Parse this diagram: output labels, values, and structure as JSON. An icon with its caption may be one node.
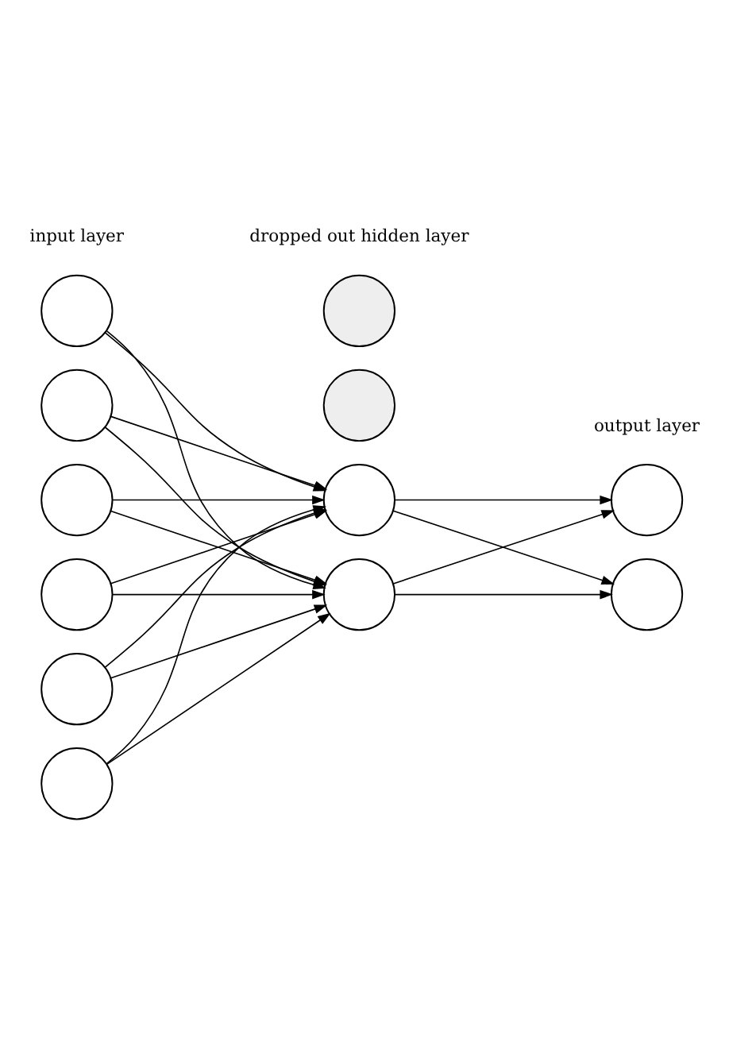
{
  "diagram": {
    "nodes": [
      {
        "text": [],
        "shape": "circle"
      },
      {
        "text": [],
        "shape": "circle"
      },
      {
        "text": [],
        "shape": "circle"
      },
      {
        "text": [],
        "shape": "circle"
      },
      {
        "text": [],
        "shape": "circle"
      },
      {
        "text": [],
        "shape": "circle"
      },
      {
        "text": [],
        "shape": "circle"
      },
      {
        "text": [],
        "shape": "circle"
      },
      {
        "text": [],
        "shape": "circle"
      },
      {
        "text": [],
        "shape": "circle"
      },
      {
        "text": [],
        "shape": "circle"
      },
      {
        "text": [],
        "shape": "circle"
      }
    ],
    "edges": [
      {
        "from": 0,
        "to": 6,
        "arrow": "to"
      },
      {
        "from": 0,
        "to": 8,
        "arrow": "to"
      },
      {
        "from": 1,
        "to": 6,
        "arrow": "to"
      },
      {
        "from": 1,
        "to": 8,
        "arrow": "to"
      },
      {
        "from": 2,
        "to": 6,
        "arrow": "to"
      },
      {
        "from": 2,
        "to": 8,
        "arrow": "to"
      },
      {
        "from": 3,
        "to": 6,
        "arrow": "to"
      },
      {
        "from": 3,
        "to": 8,
        "arrow": "to"
      },
      {
        "from": 4,
        "to": 6,
        "arrow": "to"
      },
      {
        "from": 4,
        "to": 8,
        "arrow": "to"
      },
      {
        "from": 5,
        "to": 6,
        "arrow": "to"
      },
      {
        "from": 5,
        "to": 8,
        "arrow": "to"
      },
      {
        "from": 6,
        "to": 10,
        "arrow": "to"
      },
      {
        "from": 6,
        "to": 11,
        "arrow": "to"
      },
      {
        "from": 8,
        "to": 10,
        "arrow": "to"
      },
      {
        "from": 8,
        "to": 11,
        "arrow": "to"
      }
    ],
    "labels": [
      "output layer",
      "dropped out hidden layer",
      "input layer"
    ]
  }
}
